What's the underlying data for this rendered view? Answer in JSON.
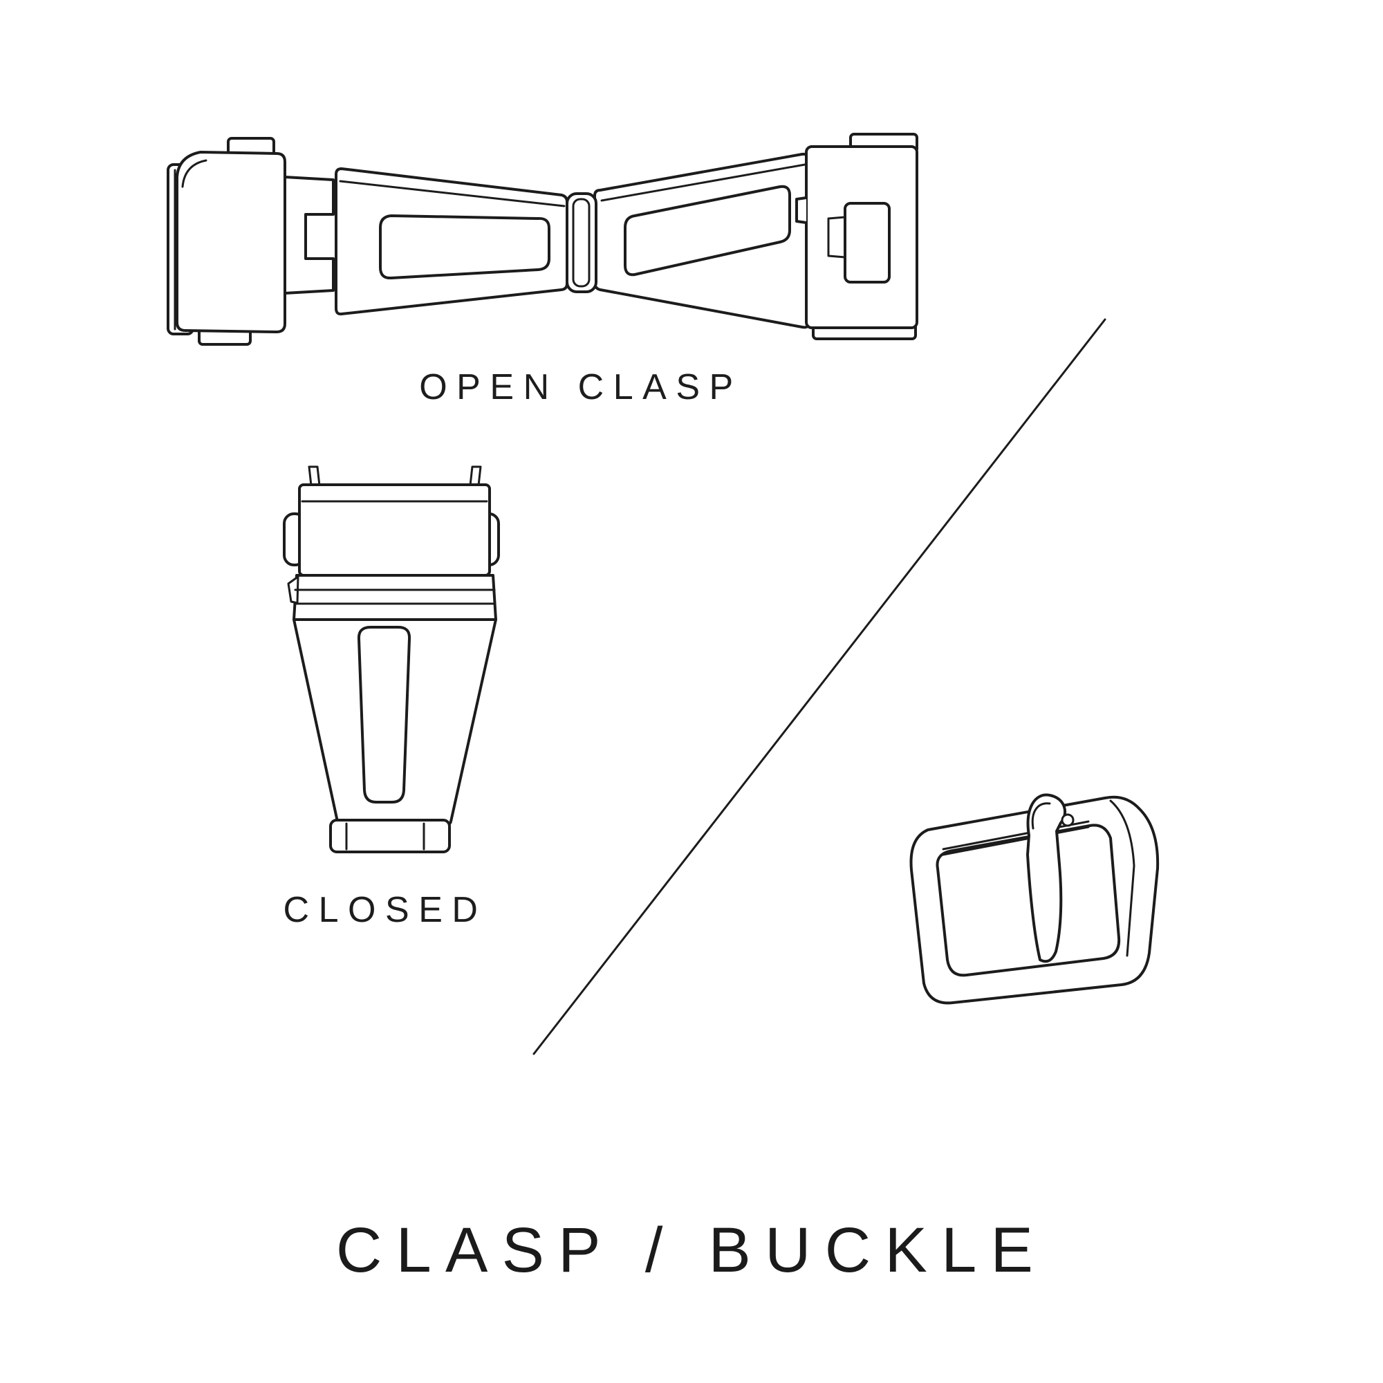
{
  "page": {
    "background": "#ffffff",
    "line_color": "#1c1c1c",
    "text_color": "#1d1d1d"
  },
  "figures": {
    "open_clasp": {
      "name": "open-clasp-line-drawing",
      "label": "OPEN CLASP"
    },
    "closed_clasp": {
      "name": "closed-clasp-line-drawing",
      "label": "CLOSED"
    },
    "buckle": {
      "name": "tang-buckle-line-drawing"
    },
    "divider": {
      "name": "diagonal-divider-line"
    }
  },
  "title": {
    "text": "CLASP / BUCKLE"
  }
}
